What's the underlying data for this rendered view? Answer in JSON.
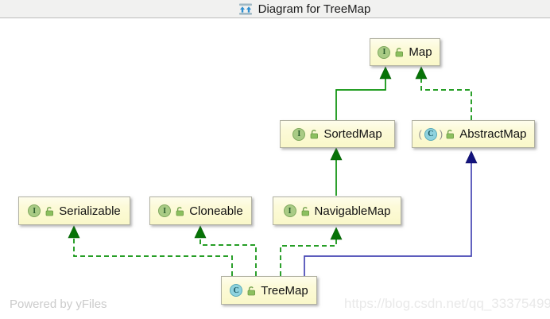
{
  "window": {
    "title": "Diagram for TreeMap",
    "title_icon": "fit-diagram-icon"
  },
  "diagram": {
    "nodes": [
      {
        "id": "map",
        "label": "Map",
        "kind": "interface",
        "icon_letter": "I"
      },
      {
        "id": "sortedmap",
        "label": "SortedMap",
        "kind": "interface",
        "icon_letter": "I"
      },
      {
        "id": "abstractmap",
        "label": "AbstractMap",
        "kind": "abstract-class",
        "icon_letter": "C",
        "paren_open": "(",
        "paren_close": ")"
      },
      {
        "id": "serializable",
        "label": "Serializable",
        "kind": "interface",
        "icon_letter": "I"
      },
      {
        "id": "cloneable",
        "label": "Cloneable",
        "kind": "interface",
        "icon_letter": "I"
      },
      {
        "id": "navigablemap",
        "label": "NavigableMap",
        "kind": "interface",
        "icon_letter": "I"
      },
      {
        "id": "treemap",
        "label": "TreeMap",
        "kind": "class",
        "icon_letter": "C"
      }
    ],
    "edges": [
      {
        "from": "SortedMap",
        "to": "Map",
        "relation": "extends",
        "style": "solid-green"
      },
      {
        "from": "AbstractMap",
        "to": "Map",
        "relation": "implements",
        "style": "dashed-green"
      },
      {
        "from": "NavigableMap",
        "to": "SortedMap",
        "relation": "extends",
        "style": "solid-green"
      },
      {
        "from": "TreeMap",
        "to": "Serializable",
        "relation": "implements",
        "style": "dashed-green"
      },
      {
        "from": "TreeMap",
        "to": "Cloneable",
        "relation": "implements",
        "style": "dashed-green"
      },
      {
        "from": "TreeMap",
        "to": "NavigableMap",
        "relation": "implements",
        "style": "dashed-green"
      },
      {
        "from": "TreeMap",
        "to": "AbstractMap",
        "relation": "extends",
        "style": "solid-blue"
      }
    ]
  },
  "footer": {
    "powered_by": "Powered by yFiles",
    "watermark": "https://blog.csdn.net/qq_33375499"
  },
  "colors": {
    "edge_green": "#089008",
    "edge_green_arrow": "#077307",
    "edge_blue": "#4646b4",
    "edge_blue_arrow": "#13137d",
    "node_fill": "#faf8c9",
    "node_border": "#b1b1a2"
  }
}
